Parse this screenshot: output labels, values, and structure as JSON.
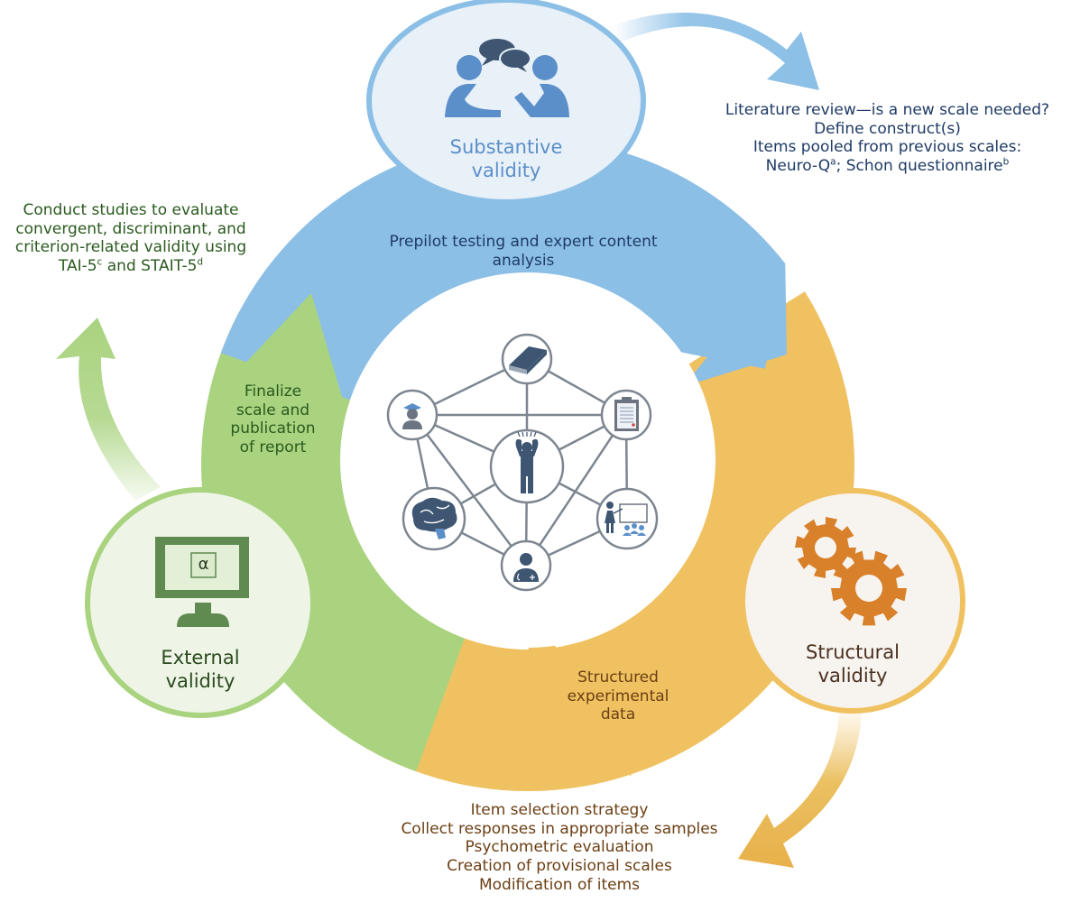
{
  "colors": {
    "blue": "#8bbfe6",
    "blue_dark": "#5b8fc9",
    "green": "#a9d37f",
    "green_dark": "#5f8a50",
    "yellow": "#f0c160",
    "orange_gear": "#d9802a",
    "node_stroke": "#7d8690",
    "icon_dark": "#3e5672",
    "text_navy": "#1f3b66",
    "text_green": "#2a5a1e",
    "text_brown": "#6b3f14"
  },
  "phases": {
    "substantive": {
      "title_lines": [
        "Substantive",
        "validity"
      ],
      "icon": "people-conversation-icon",
      "segment_label_lines": [
        "Prepilot testing and expert content",
        "analysis"
      ],
      "notes": [
        {
          "text": "Literature review—is a new scale needed?",
          "sup": ""
        },
        {
          "text": "Define construct(s)",
          "sup": ""
        },
        {
          "text": "Items pooled from previous scales:",
          "sup": ""
        }
      ],
      "notes_last_line": {
        "part1": "Neuro-Q",
        "sup1": "a",
        "part2": "; Schon questionnaire",
        "sup2": "b"
      }
    },
    "structural": {
      "title_lines": [
        "Structural",
        "validity"
      ],
      "icon": "gears-icon",
      "segment_label_lines": [
        "Structured",
        "experimental",
        "data"
      ],
      "notes": [
        "Item selection strategy",
        "Collect responses in appropriate samples",
        "Psychometric evaluation",
        "Creation of provisional scales",
        "Modification of items"
      ]
    },
    "external": {
      "title_lines": [
        "External",
        "validity"
      ],
      "icon": "computer-alpha-icon",
      "monitor_symbol": "α",
      "segment_label_lines": [
        "Finalize",
        "scale and",
        "publication",
        "of report"
      ],
      "notes_lines": [
        "Conduct studies to evaluate",
        "convergent, discriminant, and",
        "criterion-related validity using"
      ],
      "notes_last_line": {
        "part1": "TAI-5",
        "sup1": "c",
        "part2": " and STAIT-5",
        "sup2": "d"
      }
    }
  },
  "network": {
    "center_icon": "stressed-person-icon",
    "nodes": [
      {
        "name": "book-icon"
      },
      {
        "name": "clipboard-icon"
      },
      {
        "name": "teacher-classroom-icon"
      },
      {
        "name": "doctor-icon"
      },
      {
        "name": "brain-icon"
      },
      {
        "name": "graduate-icon"
      }
    ]
  }
}
